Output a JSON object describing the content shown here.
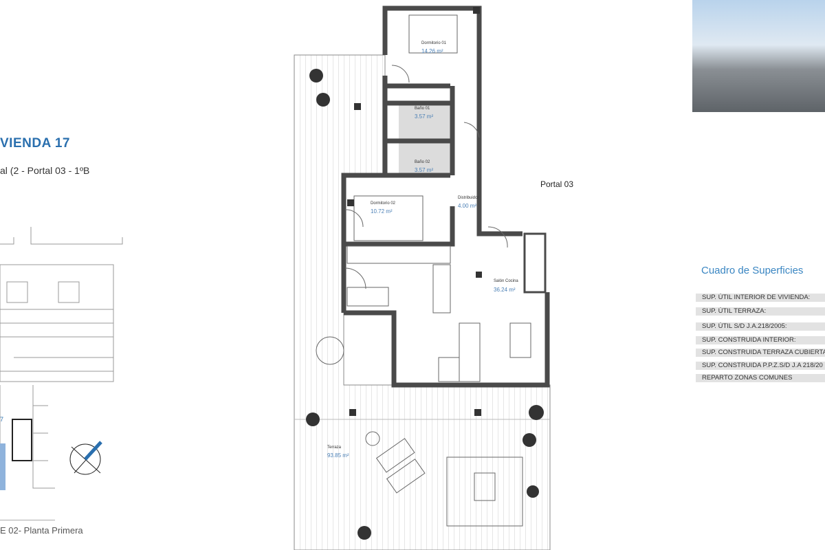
{
  "header": {
    "title": "VIENDA 17",
    "subtitle": "al (2 - Portal 03 - 1ºB"
  },
  "footer": {
    "caption": "E 02- Planta Primera"
  },
  "plan": {
    "portal_label": "Portal 03",
    "rooms": [
      {
        "name": "Dormitorio 01",
        "area": "14.26 m²"
      },
      {
        "name": "Baño 01",
        "area": "3.57 m²"
      },
      {
        "name": "Baño 02",
        "area": "3.57 m²"
      },
      {
        "name": "Dormitorio 02",
        "area": "10.72 m²"
      },
      {
        "name": "Distribuidor",
        "area": "4.00 m²"
      },
      {
        "name": "Salón Cocina",
        "area": "36.24 m²"
      },
      {
        "name": "Terraza",
        "area": "93.85 m²"
      }
    ],
    "accent_color": "#2a6fae"
  },
  "surfaces": {
    "title": "Cuadro de Superficies",
    "rows": [
      "SUP. ÚTIL INTERIOR DE VIVIENDA:",
      "SUP. ÚTIL TERRAZA:",
      "SUP. ÚTIL S/D J.A.218/2005:",
      "SUP. CONSTRUIDA INTERIOR:",
      "SUP. CONSTRUIDA TERRAZA CUBIERTA",
      "SUP. CONSTRUIDA P.P.Z.S/D J.A 218/20",
      "REPARTO ZONAS COMUNES"
    ]
  }
}
